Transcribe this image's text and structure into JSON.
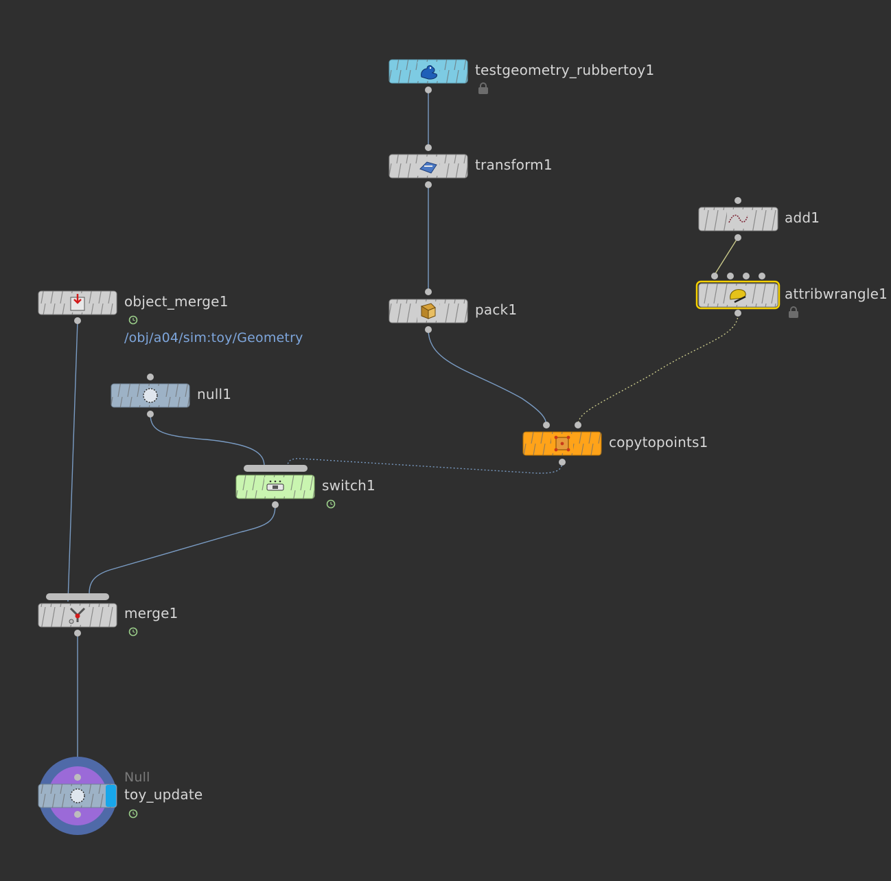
{
  "nodes": {
    "testgeometry_rubbertoy1": {
      "label": "testgeometry_rubbertoy1",
      "color": "#7dcbe3",
      "icon": "rubbertoy-icon"
    },
    "transform1": {
      "label": "transform1",
      "color": "#cfcfcf",
      "icon": "transform-icon"
    },
    "add1": {
      "label": "add1",
      "color": "#cfcfcf",
      "icon": "curve-icon"
    },
    "attribwrangle1": {
      "label": "attribwrangle1",
      "color": "#cfcfcf",
      "icon": "wrangle-icon",
      "selected_color": "#f5d000"
    },
    "object_merge1": {
      "label": "object_merge1",
      "color": "#cfcfcf",
      "icon": "object-merge-icon",
      "path": "/obj/a04/sim:toy/Geometry"
    },
    "pack1": {
      "label": "pack1",
      "color": "#cfcfcf",
      "icon": "pack-icon"
    },
    "null1": {
      "label": "null1",
      "color": "#9db2c6",
      "icon": "null-icon"
    },
    "copytopoints1": {
      "label": "copytopoints1",
      "color": "#ffa319",
      "icon": "copy-to-points-icon"
    },
    "switch1": {
      "label": "switch1",
      "color": "#c9f5b0",
      "icon": "switch-icon"
    },
    "merge1": {
      "label": "merge1",
      "color": "#cfcfcf",
      "icon": "merge-icon"
    },
    "toy_update": {
      "label": "toy_update",
      "type_label": "Null",
      "color": "#9db2c6",
      "icon": "null-icon",
      "output_ring_color": "#4f6aa8",
      "display_flag_color": "#18a6ea"
    }
  },
  "colors": {
    "background": "#2f2f2f",
    "wire": "#7a9cc4",
    "wire_yellow": "#c9c98a",
    "port": "#bdbdbd",
    "label": "#d6d6d6",
    "path_label": "#7ea6dc",
    "time_dependent_badge": "#9bcf8a"
  }
}
